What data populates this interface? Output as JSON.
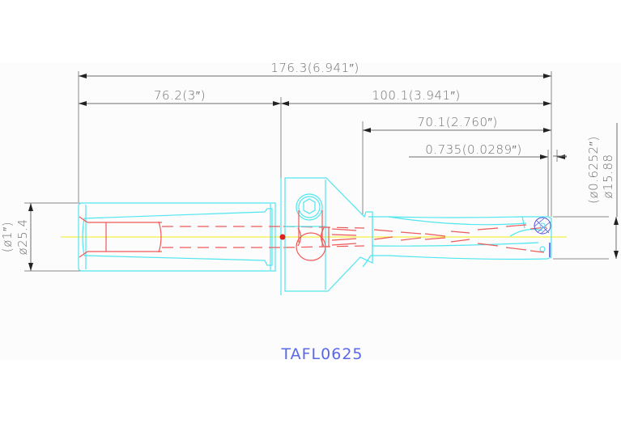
{
  "drawing": {
    "part_number": "TAFL0625",
    "colors": {
      "background": "#ffffff",
      "sheet": "#fbfcfb",
      "outline": "#4fe6ef",
      "hidden_lines": "#ee5a5a",
      "centerline": "#f5ee40",
      "dimension": "#6e6e6e",
      "label": "#5a68e6"
    }
  },
  "dimensions": {
    "overall_length": "176.3(6.941″)",
    "shank_length": "76.2(3″)",
    "head_length": "100.1(3.941″)",
    "flute_length": "70.1(2.760″)",
    "tip_offset": "0.735(0.0289″)",
    "shank_diameter_mm": "ø25.4",
    "shank_diameter_in": "(ø1″)",
    "cut_diameter_in": "(ø0.6252″)",
    "cut_diameter_mm": "ø15.88"
  }
}
